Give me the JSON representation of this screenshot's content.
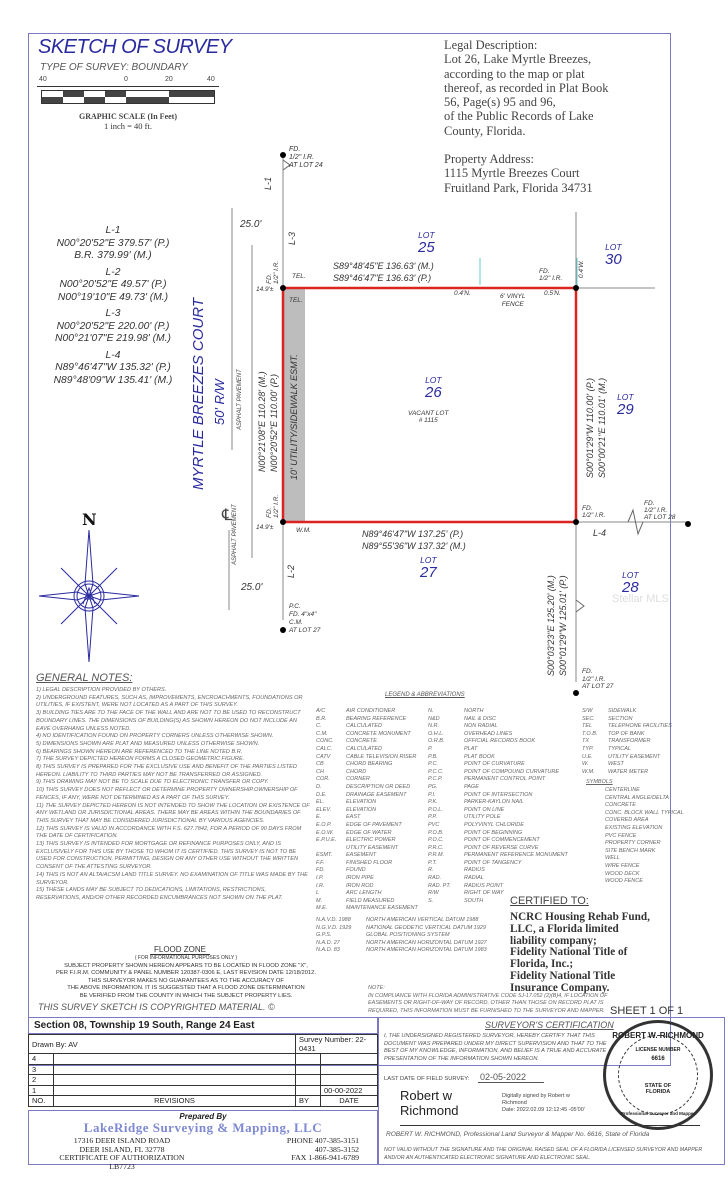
{
  "header": {
    "title": "SKETCH OF SURVEY",
    "type_of_survey": "TYPE OF SURVEY: BOUNDARY",
    "scale": {
      "ticks": [
        "40",
        "0",
        "20",
        "40"
      ],
      "caption": "GRAPHIC SCALE (In Feet)",
      "ratio": "1 inch = 40 ft."
    }
  },
  "legal_description": {
    "heading": "Legal Description:",
    "lines": [
      "Lot 26, Lake Myrtle Breezes,",
      "according to the map or plat",
      "thereof, as recorded in Plat Book",
      "56, Page(s) 95 and 96,",
      "of the Public Records of Lake",
      "County, Florida."
    ],
    "address_heading": "Property Address:",
    "address_lines": [
      "1115 Myrtle Breezes Court",
      "Fruitland Park, Florida 34731"
    ]
  },
  "line_table": [
    {
      "name": "L-1",
      "rows": [
        "N00°20'52\"E   379.57' (P.)",
        "B.R.        379.99' (M.)"
      ]
    },
    {
      "name": "L-2",
      "rows": [
        "N00°20'52\"E   49.57' (P.)",
        "N00°19'10\"E   49.73' (M.)"
      ]
    },
    {
      "name": "L-3",
      "rows": [
        "N00°20'52\"E   220.00' (P.)",
        "N00°21'07\"E   219.98' (M.)"
      ]
    },
    {
      "name": "L-4",
      "rows": [
        "N89°46'47\"W   135.32' (P.)",
        "N89°48'09\"W   135.41' (M.)"
      ]
    }
  ],
  "sketch": {
    "street": {
      "name": "MYRTLE BREEZES COURT",
      "row": "50' R/W",
      "pavement": "ASPHALT PAVEMENT",
      "pavement2": "ASPHALT PAVEMENT",
      "centerline": "℄"
    },
    "lots": {
      "lot25": {
        "word": "LOT",
        "num": "25"
      },
      "lot26": {
        "word": "LOT",
        "num": "26"
      },
      "lot27": {
        "word": "LOT",
        "num": "27"
      },
      "lot28": {
        "word": "LOT",
        "num": "28"
      },
      "lot29": {
        "word": "LOT",
        "num": "29"
      },
      "lot30": {
        "word": "LOT",
        "num": "30"
      }
    },
    "vacant": [
      "VACANT LOT",
      "# 1115"
    ],
    "north_bearing": [
      "S89°48'45\"E    136.63' (M.)",
      "S89°46'47\"E    136.63' (P.)"
    ],
    "south_bearing": [
      "N89°46'47\"W    137.25' (P.)",
      "N89°55'36\"W    137.32' (M.)"
    ],
    "west_bearing": [
      "N00°21'08\"E    110.28' (M.)",
      "N00°20'52\"E    110.00' (P.)"
    ],
    "east_bearing": [
      "S00°01'29\"W    110.00' (P.)",
      "S00°00'21\"E    110.01' (M.)"
    ],
    "east_lower_bearing": [
      "S00°03'23\"E    125.20' (M.)",
      "S00°01'29\"W    125.01' (P.)"
    ],
    "easement": "10' UTILITY/SIDEWALK ESMT.",
    "fence": [
      "6' VINYL",
      "FENCE"
    ],
    "offsets": {
      "n1": "0.4'N.",
      "n2": "0.5'N.",
      "w": "0.4'W."
    },
    "tel": "TEL.",
    "wm": "W.M.",
    "dist_149": "14.9'±",
    "dist_25": "25.0'",
    "lines": {
      "l1": "L-1",
      "l2": "L-2",
      "l3": "L-3",
      "l4": "L-4"
    },
    "monuments": {
      "top": [
        "FD.",
        "1/2\" I.R.",
        "AT LOT 24"
      ],
      "nw": [
        "FD.",
        "1/2\" I.R."
      ],
      "sw": [
        "FD.",
        "1/2\" I.R."
      ],
      "ne": [
        "FD.",
        "1/2\" I.R."
      ],
      "se": [
        "FD.",
        "1/2\" I.R."
      ],
      "lot28": [
        "FD.",
        "1/2\" I.R.",
        "AT LOT 28"
      ],
      "lot27_cm": [
        "P.C.",
        "FD. 4\"x4\"",
        "C.M.",
        "AT LOT 27"
      ],
      "lot27_ir": [
        "FD.",
        "1/2\" I.R.",
        "AT LOT 27"
      ]
    },
    "north_arrow": "N",
    "watermark": "Stellar MLS"
  },
  "general_notes": {
    "heading": "GENERAL NOTES:",
    "items": [
      "1) Legal description provided by others.",
      "2) Underground features, such as, improvements, encroachments, foundations or utilities, if existent, were not located as a part of this survey.",
      "3) Building ties are to the face of the wall and are not to be used to reconstruct boundary lines. The dimensions of building(s) as shown hereon do not include an eave overhang unless noted.",
      "4) No identification found on property corners unless otherwise shown.",
      "5) Dimensions shown are plat and measured unless otherwise shown.",
      "6) Bearings shown hereon are referenced to the line noted B.R.",
      "7) The survey depicted hereon forms a closed geometric figure.",
      "8) This survey is prepared for the exclusive use and benefit of the parties listed hereon. Liability to third parties may not be transferred or assigned.",
      "9) This drawing may not be to scale due to electronic transfer or copy.",
      "10) This survey does not reflect or determine property ownership.Ownership of fences, if any, were not determined as a part of this survey.",
      "11) The survey depicted hereon is not intended to show the location or existence of any wetland or jurisdictional areas. There may be areas within the boundaries of this survey that may be considered jurisdictional by various agencies.",
      "12) This survey is valid in accordance with F.S. 627.7842, for a period of 90 days from the date of certification.",
      "13) This survey is intended for mortgage or refinance purposes only, and is exclusively for this use by those to whom it is certified. This survey is not to be used for construction, permitting, design or any other use without the written consent of the attesting surveyor.",
      "14) This is not an ALTA/ACSM land title survey. No examination of title was made by the surveyor.",
      "15) These lands may be subject to dedications, limitations, restrictions, reservations, and/or other recorded encumbrances not shown on the plat."
    ]
  },
  "flood_zone": {
    "heading": "FLOOD ZONE",
    "sub": "( FOR INFORMATIONAL PURPOSES ONLY )",
    "lines": [
      "Subject property shown hereon appears to be located in flood zone \"X\",",
      "per F.I.R.M. community & panel number 120387-0306 E, last revision date 12/18/2012.",
      "This surveyor makes no guarantees as to the accuracy of",
      "the above information. It is suggested that a flood zone determination",
      "be verified from the county in which the subject property lies."
    ]
  },
  "copyright": "THIS SURVEY SKETCH IS COPYRIGHTED MATERIAL. ©",
  "legend": {
    "heading": "LEGEND & ABBREVIATIONS",
    "col1": [
      [
        "A/C",
        "AIR CONDITIONER"
      ],
      [
        "B.R.",
        "BEARING REFERENCE"
      ],
      [
        "C.",
        "CALCULATED"
      ],
      [
        "C.M.",
        "CONCRETE MONUMENT"
      ],
      [
        "CONC.",
        "CONCRETE"
      ],
      [
        "CALC.",
        "CALCULATED"
      ],
      [
        "CATV",
        "CABLE TELEVISION RISER"
      ],
      [
        "CB",
        "CHORD BEARING"
      ],
      [
        "CH",
        "CHORD"
      ],
      [
        "COR.",
        "CORNER"
      ],
      [
        "D.",
        "DESCRIPTION OR DEED"
      ],
      [
        "D.E.",
        "DRAINAGE EASEMENT"
      ],
      [
        "EL.",
        "ELEVATION"
      ],
      [
        "ELEV.",
        "ELEVATION"
      ],
      [
        "E.",
        "EAST"
      ],
      [
        "E.O.P.",
        "EDGE OF PAVEMENT"
      ],
      [
        "E.O.W.",
        "EDGE OF WATER"
      ],
      [
        "E.P.U.E.",
        "ELECTRIC POWER"
      ],
      [
        "",
        "UTILITY EASEMENT"
      ],
      [
        "ESMT.",
        "EASEMENT"
      ],
      [
        "F.F.",
        "FINISHED FLOOR"
      ],
      [
        "FD.",
        "FOUND"
      ],
      [
        "I.P.",
        "IRON PIPE"
      ],
      [
        "I.R.",
        "IRON ROD"
      ],
      [
        "L",
        "ARC LENGTH"
      ],
      [
        "M.",
        "FIELD MEASURED"
      ],
      [
        "M.E.",
        "MAINTENANCE EASEMENT"
      ]
    ],
    "col2": [
      [
        "N.",
        "NORTH"
      ],
      [
        "N&D",
        "NAIL & DISC"
      ],
      [
        "N.R.",
        "NON RADIAL"
      ],
      [
        "O.H.L.",
        "OVERHEAD LINES"
      ],
      [
        "O.R.B.",
        "OFFICIAL RECORDS BOOK"
      ],
      [
        "P.",
        "PLAT"
      ],
      [
        "P.B.",
        "PLAT BOOK"
      ],
      [
        "P.C.",
        "POINT OF CURVATURE"
      ],
      [
        "P.C.C.",
        "POINT OF COMPOUND CURVATURE"
      ],
      [
        "P.C.P.",
        "PERMANENT CONTROL POINT"
      ],
      [
        "PG.",
        "PAGE"
      ],
      [
        "P.I.",
        "POINT OF INTERSECTION"
      ],
      [
        "P.K.",
        "PARKER-KAYLON NAIL"
      ],
      [
        "P.O.L.",
        "POINT ON LINE"
      ],
      [
        "P.P.",
        "UTILITY POLE"
      ],
      [
        "PVC",
        "POLYVINYL CHLORIDE"
      ],
      [
        "P.O.B.",
        "POINT OF BEGINNING"
      ],
      [
        "P.O.C.",
        "POINT OF COMMENCEMENT"
      ],
      [
        "P.R.C.",
        "POINT OF REVERSE CURVE"
      ],
      [
        "P.R.M.",
        "PERMANENT REFERENCE MONUMENT"
      ],
      [
        "P.T.",
        "POINT OF TANGENCY"
      ],
      [
        "R.",
        "RADIUS"
      ],
      [
        "RAD.",
        "RADIAL"
      ],
      [
        "RAD. PT.",
        "RADIUS POINT"
      ],
      [
        "R/W",
        "RIGHT OF WAY"
      ],
      [
        "S.",
        "SOUTH"
      ]
    ],
    "col3": [
      [
        "S/W",
        "SIDEWALK"
      ],
      [
        "SEC.",
        "SECTION"
      ],
      [
        "TEL",
        "TELEPHONE FACILITIES"
      ],
      [
        "T.O.B.",
        "TOP OF BANK"
      ],
      [
        "TX",
        "TRANSFORMER"
      ],
      [
        "TYP.",
        "TYPICAL"
      ],
      [
        "U.E.",
        "UTILITY EASEMENT"
      ],
      [
        "W.",
        "WEST"
      ],
      [
        "W.M.",
        "WATER METER"
      ]
    ],
    "symbols_heading": "SYMBOLS",
    "symbols": [
      "CENTERLINE",
      "CENTRAL ANGLE/DELTA",
      "CONCRETE",
      "CONC. BLOCK WALL TYPICAL",
      "COVERED AREA",
      "EXISTING ELEVATION",
      "PVC FENCE",
      "PROPERTY CORNER",
      "SITE BENCH MARK",
      "WELL",
      "WIRE FENCE",
      "WOOD DECK",
      "WOOD FENCE"
    ],
    "datums": [
      [
        "N.A.V.D. 1988",
        "NORTH AMERICAN VERTICAL DATUM 1988"
      ],
      [
        "N.G.V.D. 1929",
        "NATIONAL GEODETIC VERTICAL DATUM 1929"
      ],
      [
        "G.P.S.",
        "GLOBAL POSITIONING SYSTEM"
      ],
      [
        "N.A.D. 27",
        "NORTH AMERICAN HORIZONTAL DATUM 1927"
      ],
      [
        "N.A.D. 83",
        "NORTH AMERICAN HORIZONTAL DATUM 1983"
      ]
    ]
  },
  "certified_to": {
    "heading": "CERTIFIED TO:",
    "lines": [
      "NCRC Housing Rehab Fund,",
      "LLC, a Florida limited",
      "liability company;",
      "Fidelity National Title of",
      "Florida, Inc.;",
      "Fidelity National Title",
      "Insurance Company."
    ]
  },
  "bottom_note": {
    "heading": "NOTE:",
    "text": "In compliance with Florida Administrative Code 5J-17.052 (2)(b)4, if location of easements or right-of-way of record, other than those on record plat is required, this information must be furnished to the surveyor and mapper."
  },
  "sheet": "SHEET 1 OF 1",
  "title_block": {
    "section": "Section 08, Township 19 South, Range 24 East",
    "drawn_by": "Drawn By: AV",
    "survey_number": "Survey Number:  22-0431",
    "revisions": [
      {
        "no": "4",
        "rev": "",
        "by": "",
        "date": ""
      },
      {
        "no": "3",
        "rev": "",
        "by": "",
        "date": ""
      },
      {
        "no": "2",
        "rev": "",
        "by": "",
        "date": ""
      },
      {
        "no": "1",
        "rev": "",
        "by": "",
        "date": "00-00-2022"
      }
    ],
    "rev_headers": {
      "no": "NO.",
      "rev": "REVISIONS",
      "by": "BY",
      "date": "DATE"
    },
    "prepared_by": "Prepared By",
    "company": "LakeRidge Surveying & Mapping, LLC",
    "address1": "17316 DEER ISLAND ROAD",
    "address2": "DEER ISLAND, FL 32778",
    "certificate": "CERTIFICATE OF AUTHORIZATION LB7723",
    "phone1": "PHONE 407-385-3151",
    "phone2": "407-385-3152",
    "fax": "FAX 1-866-941-6789"
  },
  "surveyor_cert": {
    "heading": "SURVEYOR'S CERTIFICATION",
    "text": "I, the undersigned registered surveyor, hereby certify that this document was prepared under my direct supervision and that to the best of my knowledge, information, and belief is a true and accurate presentation of the information shown hereon.",
    "field_label": "LAST DATE OF FIELD SURVEY:",
    "field_date": "02-05-2022",
    "signature": [
      "Robert w",
      "Richmond"
    ],
    "digital": [
      "Digitally signed by Robert w",
      "Richmond",
      "Date: 2022.02.09 12:12:45 -05'00'"
    ],
    "name_line": "ROBERT W. RICHMOND,   Professional Land Surveyor & Mapper No. 6616,   State of Florida",
    "not_valid": "NOT VALID WITHOUT THE SIGNATURE AND THE ORIGINAL RAISED SEAL OF A FLORIDA LICENSED SURVEYOR AND MAPPER AND/OR AN AUTHENTICATED ELECTRONIC SIGNATURE AND ELECTRONIC SEAL.",
    "seal": {
      "top": "ROBERT W. RICHMOND",
      "license": "LICENSE NUMBER",
      "number": "6616",
      "state": [
        "STATE OF",
        "FLORIDA"
      ],
      "bottom": "Professional Surveyor and Mapper"
    }
  }
}
